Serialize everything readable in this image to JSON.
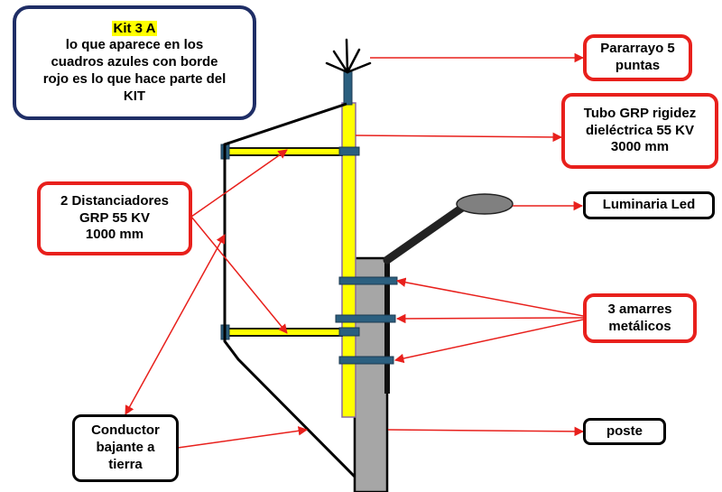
{
  "header": {
    "title": "Kit 3 A",
    "description_lines": [
      "lo que aparece en los",
      "cuadros azules con borde",
      "rojo es lo que hace parte del",
      "KIT"
    ]
  },
  "labels": {
    "pararrayo": [
      "Pararrayo 5",
      "puntas"
    ],
    "tubo": [
      "Tubo GRP  rigidez",
      "dieléctrica 55 KV",
      "3000 mm"
    ],
    "luminaria": [
      "Luminaria Led"
    ],
    "distanciadores": [
      "2 Distanciadores",
      "GRP 55 KV",
      "1000 mm"
    ],
    "amarres": [
      "3 amarres",
      "metálicos"
    ],
    "conductor": [
      "Conductor",
      "bajante a",
      "tierra"
    ],
    "poste": [
      "poste"
    ]
  },
  "colors": {
    "kit_border": "#e8201c",
    "header_border": "#1f2e66",
    "tube_yellow": "#ffff00",
    "clamp_blue": "#2b5f7f",
    "pole_gray": "#a6a6a6",
    "arrow_red": "#e8201c",
    "luminaire_gray": "#808080"
  }
}
